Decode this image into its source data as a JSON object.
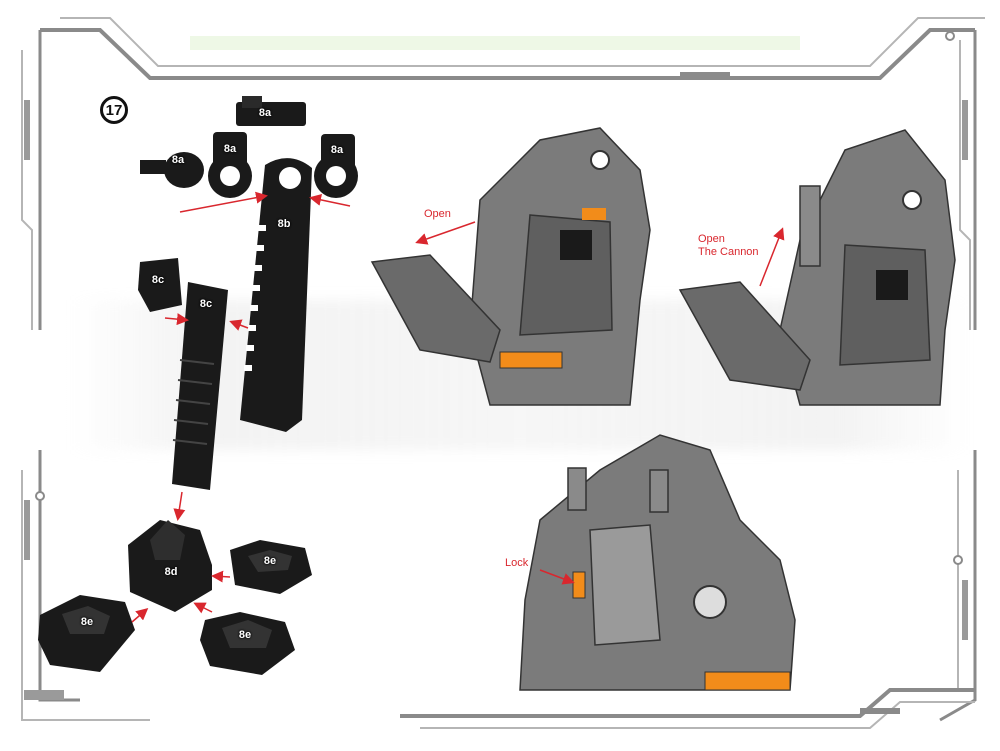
{
  "step": {
    "number": "17"
  },
  "parts": {
    "top_8a": "8a",
    "peg_8a": "8a",
    "ring_8a_left": "8a",
    "ring_8a_right": "8a",
    "rack_8b": "8b",
    "clip_8c": "8c",
    "rail_8c": "8c",
    "base_8d": "8d",
    "hex_8e_right": "8e",
    "hex_8e_left": "8e",
    "hex_8e_bottom": "8e"
  },
  "annotations": {
    "open": "Open",
    "open_cannon": "Open\nThe Cannon",
    "lock": "Lock"
  },
  "colors": {
    "arrow": "#d9272e",
    "frame": "#7a7a7a",
    "part": "#1a1a1a",
    "robot": "#7b7b7b",
    "accent": "#f28c1a"
  }
}
